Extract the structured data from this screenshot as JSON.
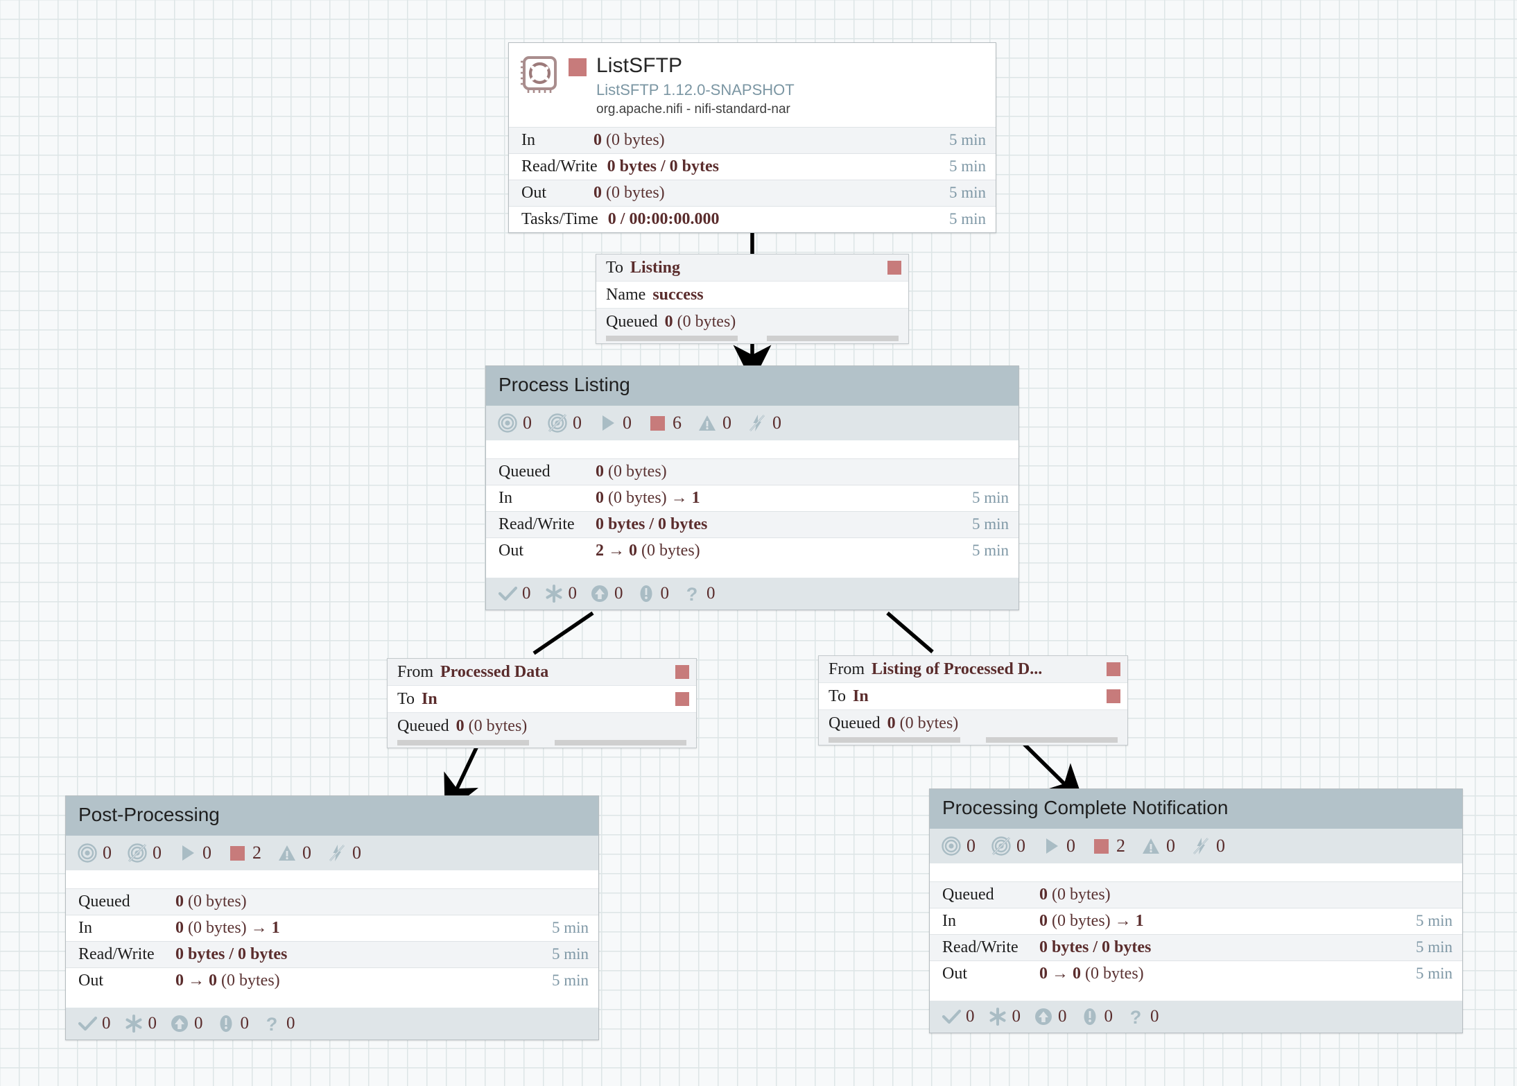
{
  "canvas": {
    "grid": "28px",
    "bg_color": "#f7f9fa",
    "grid_color": "#dde5e6"
  },
  "colors": {
    "stopped_red": "#c77b7b",
    "group_header": "#b3c2c9",
    "stat_band": "#dfe5e8",
    "value_text": "#5a2c2c",
    "time_text": "#7f98a6",
    "type_text": "#7b96a3"
  },
  "processor": {
    "name": "ListSFTP",
    "type": "ListSFTP 1.12.0-SNAPSHOT",
    "bundle": "org.apache.nifi - nifi-standard-nar",
    "icon": "processor-chip-icon",
    "run_status": "stopped",
    "stats": [
      {
        "label": "In",
        "value": "0",
        "suffix": "(0 bytes)",
        "time": "5 min"
      },
      {
        "label": "Read/Write",
        "value": "0 bytes / 0 bytes",
        "suffix": "",
        "time": "5 min"
      },
      {
        "label": "Out",
        "value": "0",
        "suffix": "(0 bytes)",
        "time": "5 min"
      },
      {
        "label": "Tasks/Time",
        "value": "0 / 00:00:00.000",
        "suffix": "",
        "time": "5 min"
      }
    ]
  },
  "connections": [
    {
      "id": "conn-listsftp-to-listing",
      "rows": [
        {
          "key": "To",
          "value": "Listing",
          "stop": true
        },
        {
          "key": "Name",
          "value": "success",
          "stop": false
        }
      ],
      "queued_label": "Queued",
      "queued_value": "0",
      "queued_suffix": "(0 bytes)"
    },
    {
      "id": "conn-processed-data-to-in",
      "rows": [
        {
          "key": "From",
          "value": "Processed Data",
          "stop": true
        },
        {
          "key": "To",
          "value": "In",
          "stop": true
        }
      ],
      "queued_label": "Queued",
      "queued_value": "0",
      "queued_suffix": "(0 bytes)"
    },
    {
      "id": "conn-listing-of-processed-to-in",
      "rows": [
        {
          "key": "From",
          "value": "Listing of Processed D...",
          "stop": true
        },
        {
          "key": "To",
          "value": "In",
          "stop": true
        }
      ],
      "queued_label": "Queued",
      "queued_value": "0",
      "queued_suffix": "(0 bytes)"
    }
  ],
  "process_groups": [
    {
      "id": "pg-process-listing",
      "name": "Process Listing",
      "counts": {
        "transmitting": "0",
        "not_transmitting": "0",
        "running": "0",
        "stopped": "6",
        "invalid": "0",
        "disabled": "0"
      },
      "version_counts": {
        "up_to_date": "0",
        "locally_modified": "0",
        "stale": "0",
        "locally_modified_and_stale": "0",
        "sync_failure": "0"
      },
      "stats": [
        {
          "label": "Queued",
          "value": "0",
          "suffix": "(0 bytes)",
          "arrow": "",
          "arrow_value": "",
          "time": ""
        },
        {
          "label": "In",
          "value": "0",
          "suffix": "(0 bytes)",
          "arrow": "→",
          "arrow_value": "1",
          "time": "5 min"
        },
        {
          "label": "Read/Write",
          "value": "0 bytes / 0 bytes",
          "suffix": "",
          "arrow": "",
          "arrow_value": "",
          "time": "5 min"
        },
        {
          "label": "Out",
          "value": "2",
          "suffix": "(0 bytes)",
          "arrow": "→",
          "arrow_value": "0",
          "time": "5 min",
          "arrow_first": true
        }
      ]
    },
    {
      "id": "pg-post-processing",
      "name": "Post-Processing",
      "counts": {
        "transmitting": "0",
        "not_transmitting": "0",
        "running": "0",
        "stopped": "2",
        "invalid": "0",
        "disabled": "0"
      },
      "version_counts": {
        "up_to_date": "0",
        "locally_modified": "0",
        "stale": "0",
        "locally_modified_and_stale": "0",
        "sync_failure": "0"
      },
      "stats": [
        {
          "label": "Queued",
          "value": "0",
          "suffix": "(0 bytes)",
          "arrow": "",
          "arrow_value": "",
          "time": ""
        },
        {
          "label": "In",
          "value": "0",
          "suffix": "(0 bytes)",
          "arrow": "→",
          "arrow_value": "1",
          "time": "5 min"
        },
        {
          "label": "Read/Write",
          "value": "0 bytes / 0 bytes",
          "suffix": "",
          "arrow": "",
          "arrow_value": "",
          "time": "5 min"
        },
        {
          "label": "Out",
          "value": "0",
          "suffix": "(0 bytes)",
          "arrow": "→",
          "arrow_value": "0",
          "time": "5 min",
          "arrow_first": true
        }
      ]
    },
    {
      "id": "pg-processing-complete-notification",
      "name": "Processing Complete Notification",
      "counts": {
        "transmitting": "0",
        "not_transmitting": "0",
        "running": "0",
        "stopped": "2",
        "invalid": "0",
        "disabled": "0"
      },
      "version_counts": {
        "up_to_date": "0",
        "locally_modified": "0",
        "stale": "0",
        "locally_modified_and_stale": "0",
        "sync_failure": "0"
      },
      "stats": [
        {
          "label": "Queued",
          "value": "0",
          "suffix": "(0 bytes)",
          "arrow": "",
          "arrow_value": "",
          "time": ""
        },
        {
          "label": "In",
          "value": "0",
          "suffix": "(0 bytes)",
          "arrow": "→",
          "arrow_value": "1",
          "time": "5 min"
        },
        {
          "label": "Read/Write",
          "value": "0 bytes / 0 bytes",
          "suffix": "",
          "arrow": "",
          "arrow_value": "",
          "time": "5 min"
        },
        {
          "label": "Out",
          "value": "0",
          "suffix": "(0 bytes)",
          "arrow": "→",
          "arrow_value": "0",
          "time": "5 min",
          "arrow_first": true
        }
      ]
    }
  ]
}
